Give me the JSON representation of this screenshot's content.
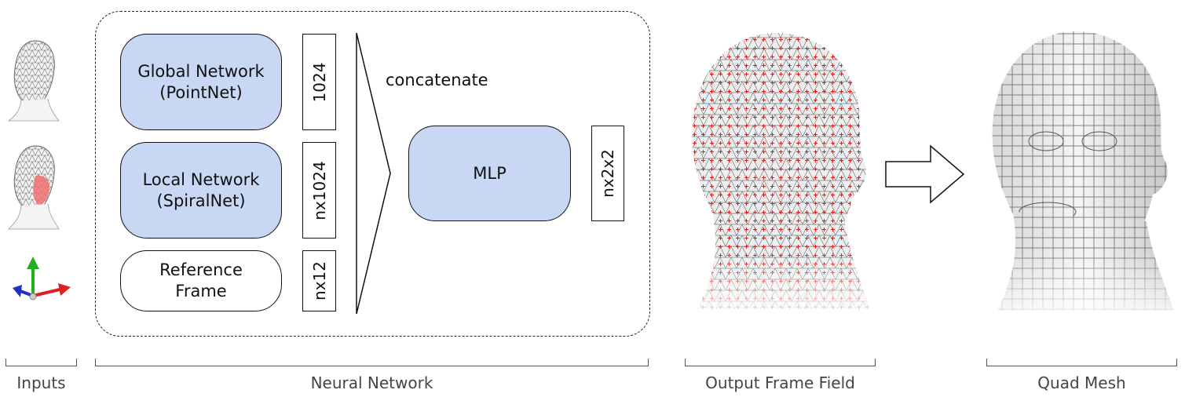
{
  "nodes": {
    "global_network": "Global Network\n(PointNet)",
    "local_network": "Local Network\n(SpiralNet)",
    "reference_frame": "Reference\nFrame",
    "mlp": "MLP"
  },
  "dims": {
    "global": "1024",
    "local": "nx1024",
    "reference": "nx12",
    "output": "nx2x2"
  },
  "concat_label": "concatenate",
  "captions": {
    "inputs": "Inputs",
    "neural_network": "Neural Network",
    "output_frame_field": "Output Frame Field",
    "quad_mesh": "Quad Mesh"
  },
  "colors": {
    "block_fill": "#c8d8f4",
    "frame_field_marks": "#d22222",
    "axis_x": "#e02020",
    "axis_y": "#20b020",
    "axis_z": "#2030c0"
  },
  "icons": [
    "head-mesh-input",
    "head-mesh-local-patch",
    "coordinate-axes-icon",
    "frame-field-head",
    "right-arrow",
    "quad-mesh-head"
  ]
}
